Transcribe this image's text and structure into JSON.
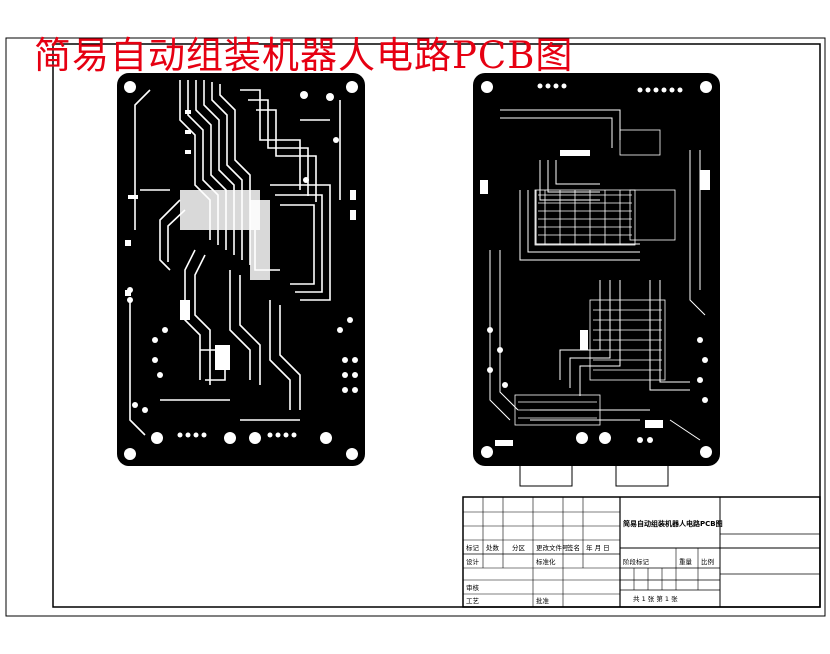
{
  "drawing": {
    "title": "简易自动组装机器人电路PCB图"
  },
  "title_block": {
    "name_field": "简易自动组装机器人电路PCB图",
    "row_labels": [
      "标记",
      "处数",
      "分区",
      "更改文件号",
      "签名",
      "年 月 日"
    ],
    "design_label": "设计",
    "standard_label": "标准化",
    "stage_label": "阶段标记",
    "weight_label": "重量",
    "scale_label": "比例",
    "review_label": "审核",
    "craft_label": "工艺",
    "approve_label": "批准",
    "sheet_label": "共 1 张   第 1 张"
  },
  "colors": {
    "title_red": "#e60012",
    "board": "#000000",
    "trace": "#ffffff"
  }
}
